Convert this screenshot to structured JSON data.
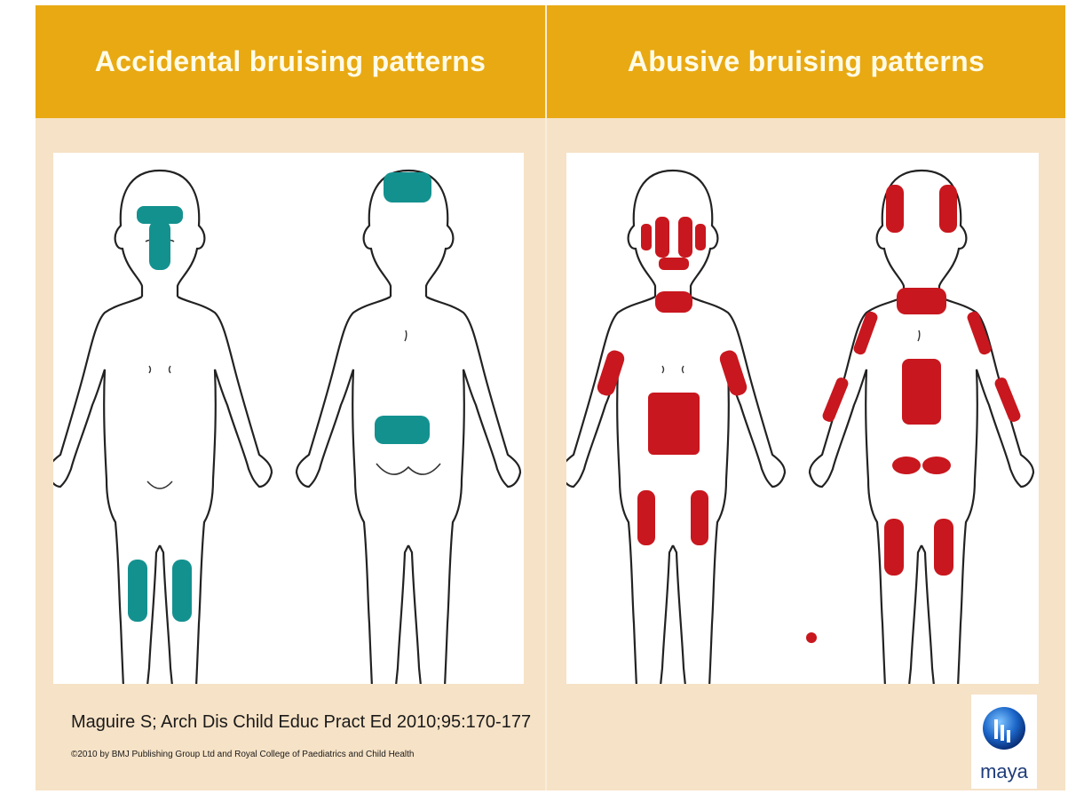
{
  "left": {
    "title": "Accidental bruising patterns",
    "citation": "Maguire S; Arch Dis Child Educ Pract Ed 2010;95:170-177",
    "copyright": "©2010 by BMJ Publishing Group Ltd and Royal College of Paediatrics and Child Health"
  },
  "right": {
    "title": "Abusive bruising patterns"
  },
  "logo": {
    "text": "maya",
    "icon": "maya-logo-icon"
  },
  "colors": {
    "header": "#e8a913",
    "background": "#f6e2c6",
    "accidental_bruise": "#13918f",
    "abusive_bruise": "#c8171e"
  }
}
